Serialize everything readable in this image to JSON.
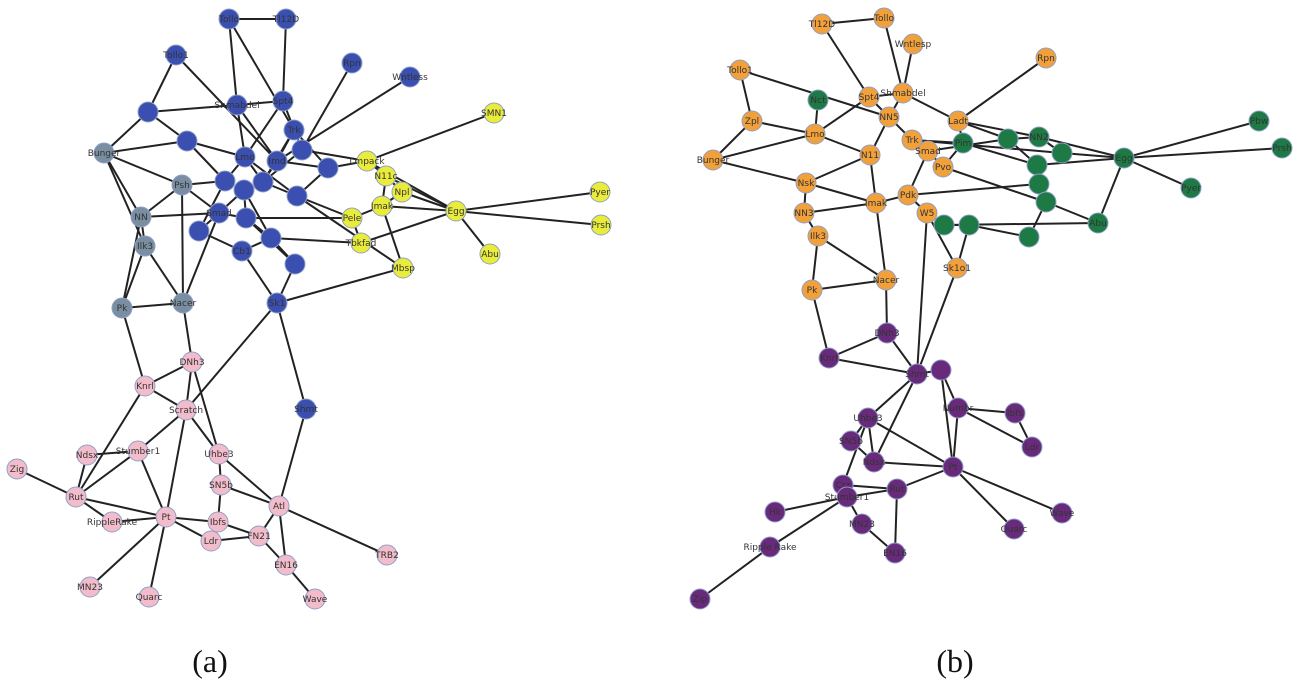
{
  "colors": {
    "edge": "#222222",
    "blue": "#3a4fb0",
    "gray": "#7a8ea2",
    "yellow": "#e9ec3a",
    "pink": "#f2bccb",
    "orange": "#f2a13a",
    "green": "#1e7a45",
    "purple": "#6a2a7c"
  },
  "panels": [
    {
      "caption": "(a)",
      "nodes": [
        {
          "id": "a1",
          "label": "Tollo",
          "color": "blue"
        },
        {
          "id": "a2",
          "label": "Tl12D",
          "color": "blue"
        },
        {
          "id": "a3",
          "label": "Tollo1",
          "color": "blue"
        },
        {
          "id": "a4",
          "label": "Rpn",
          "color": "blue"
        },
        {
          "id": "a5",
          "label": "Wntless",
          "color": "blue"
        },
        {
          "id": "a6",
          "label": "Shmabdel",
          "color": "blue"
        },
        {
          "id": "a7",
          "label": "Spt4",
          "color": "blue"
        },
        {
          "id": "a8",
          "label": "Trk",
          "color": "blue"
        },
        {
          "id": "a9",
          "label": "SMN1",
          "color": "yellow"
        },
        {
          "id": "a10",
          "label": "Bunger",
          "color": "gray"
        },
        {
          "id": "a11",
          "label": "",
          "color": "blue"
        },
        {
          "id": "a12",
          "label": "Lmo",
          "color": "blue"
        },
        {
          "id": "a13",
          "label": "Imd",
          "color": "blue"
        },
        {
          "id": "a14",
          "label": "",
          "color": "blue"
        },
        {
          "id": "a15",
          "label": "",
          "color": "blue"
        },
        {
          "id": "a16",
          "label": "",
          "color": "blue"
        },
        {
          "id": "a17",
          "label": "",
          "color": "blue"
        },
        {
          "id": "a18",
          "label": "",
          "color": "blue"
        },
        {
          "id": "a19",
          "label": "Lmpack",
          "color": "yellow"
        },
        {
          "id": "a20",
          "label": "N11c",
          "color": "yellow"
        },
        {
          "id": "a21",
          "label": "Npl",
          "color": "yellow"
        },
        {
          "id": "a22",
          "label": "Psh",
          "color": "gray"
        },
        {
          "id": "a23",
          "label": "NN",
          "color": "gray"
        },
        {
          "id": "a24",
          "label": "Smad",
          "color": "blue"
        },
        {
          "id": "a25",
          "label": "",
          "color": "blue"
        },
        {
          "id": "a26",
          "label": "",
          "color": "blue"
        },
        {
          "id": "a27",
          "label": "",
          "color": "blue"
        },
        {
          "id": "a28",
          "label": "Pele",
          "color": "yellow"
        },
        {
          "id": "a29",
          "label": "Imak",
          "color": "yellow"
        },
        {
          "id": "a30",
          "label": "Egg",
          "color": "yellow"
        },
        {
          "id": "a31",
          "label": "Pyer",
          "color": "yellow"
        },
        {
          "id": "a32",
          "label": "Prsh",
          "color": "yellow"
        },
        {
          "id": "a33",
          "label": "Ilk3",
          "color": "gray"
        },
        {
          "id": "a34",
          "label": "Cb1",
          "color": "blue"
        },
        {
          "id": "a35",
          "label": "",
          "color": "blue"
        },
        {
          "id": "a36",
          "label": "",
          "color": "blue"
        },
        {
          "id": "a37",
          "label": "",
          "color": "blue"
        },
        {
          "id": "a38",
          "label": "Tbkfad",
          "color": "yellow"
        },
        {
          "id": "a39",
          "label": "Abu",
          "color": "yellow"
        },
        {
          "id": "a40",
          "label": "Mbsp",
          "color": "yellow"
        },
        {
          "id": "a41",
          "label": "Pk",
          "color": "gray"
        },
        {
          "id": "a42",
          "label": "Nacer",
          "color": "gray"
        },
        {
          "id": "a43",
          "label": "Sk1",
          "color": "blue"
        },
        {
          "id": "a44",
          "label": "DNh3",
          "color": "pink"
        },
        {
          "id": "a45",
          "label": "Knrl",
          "color": "pink"
        },
        {
          "id": "a46",
          "label": "Scratch",
          "color": "pink"
        },
        {
          "id": "a47",
          "label": "Shmt",
          "color": "blue"
        },
        {
          "id": "a48",
          "label": "Ndsx",
          "color": "pink"
        },
        {
          "id": "a49",
          "label": "Stumber1",
          "color": "pink"
        },
        {
          "id": "a50",
          "label": "Uhbe3",
          "color": "pink"
        },
        {
          "id": "a51",
          "label": "Zig",
          "color": "pink"
        },
        {
          "id": "a52",
          "label": "SN5b",
          "color": "pink"
        },
        {
          "id": "a53",
          "label": "Rut",
          "color": "pink"
        },
        {
          "id": "a54",
          "label": "Atl",
          "color": "pink"
        },
        {
          "id": "a55",
          "label": "RippleRake",
          "color": "pink"
        },
        {
          "id": "a56",
          "label": "Pt",
          "color": "pink"
        },
        {
          "id": "a57",
          "label": "Ibfs",
          "color": "pink"
        },
        {
          "id": "a58",
          "label": "FN21",
          "color": "pink"
        },
        {
          "id": "a59",
          "label": "Ldr",
          "color": "pink"
        },
        {
          "id": "a60",
          "label": "TRB2",
          "color": "pink"
        },
        {
          "id": "a61",
          "label": "EN16",
          "color": "pink"
        },
        {
          "id": "a62",
          "label": "MN23",
          "color": "pink"
        },
        {
          "id": "a63",
          "label": "Quarc",
          "color": "pink"
        },
        {
          "id": "a64",
          "label": "Wave",
          "color": "pink"
        }
      ]
    },
    {
      "caption": "(b)",
      "nodes": [
        {
          "id": "b1",
          "label": "Tl12D",
          "color": "orange"
        },
        {
          "id": "b2",
          "label": "Tollo",
          "color": "orange"
        },
        {
          "id": "b3",
          "label": "Wntlesp",
          "color": "orange"
        },
        {
          "id": "b4",
          "label": "Rpn",
          "color": "orange"
        },
        {
          "id": "b5",
          "label": "Tollo1",
          "color": "orange"
        },
        {
          "id": "b6",
          "label": "Nct",
          "color": "green"
        },
        {
          "id": "b7",
          "label": "Spt4",
          "color": "orange"
        },
        {
          "id": "b8",
          "label": "Shmabdel",
          "color": "orange"
        },
        {
          "id": "b9",
          "label": "Zpl",
          "color": "orange"
        },
        {
          "id": "b10",
          "label": "Lmo",
          "color": "orange"
        },
        {
          "id": "b11",
          "label": "NN5",
          "color": "orange"
        },
        {
          "id": "b12",
          "label": "Ladt",
          "color": "orange"
        },
        {
          "id": "b13",
          "label": "Pim",
          "color": "green"
        },
        {
          "id": "b14",
          "label": "Bunger",
          "color": "orange"
        },
        {
          "id": "b15",
          "label": "Trk",
          "color": "orange"
        },
        {
          "id": "b16",
          "label": "N11",
          "color": "orange"
        },
        {
          "id": "b17",
          "label": "Smad",
          "color": "orange"
        },
        {
          "id": "b18",
          "label": "Pvo",
          "color": "orange"
        },
        {
          "id": "b19",
          "label": "",
          "color": "green"
        },
        {
          "id": "b20",
          "label": "NN2",
          "color": "green"
        },
        {
          "id": "b21",
          "label": "",
          "color": "green"
        },
        {
          "id": "b22",
          "label": "",
          "color": "green"
        },
        {
          "id": "b23",
          "label": "",
          "color": "green"
        },
        {
          "id": "b24",
          "label": "Egg",
          "color": "green"
        },
        {
          "id": "b25",
          "label": "Pbw",
          "color": "green"
        },
        {
          "id": "b26",
          "label": "Prsh",
          "color": "green"
        },
        {
          "id": "b27",
          "label": "Pyer",
          "color": "green"
        },
        {
          "id": "b28",
          "label": "Nsk",
          "color": "orange"
        },
        {
          "id": "b29",
          "label": "Imak",
          "color": "orange"
        },
        {
          "id": "b30",
          "label": "",
          "color": "green"
        },
        {
          "id": "b31",
          "label": "NN3",
          "color": "orange"
        },
        {
          "id": "b32",
          "label": "Pdk",
          "color": "orange"
        },
        {
          "id": "b33",
          "label": "Ilk3",
          "color": "orange"
        },
        {
          "id": "b34",
          "label": "W5",
          "color": "orange"
        },
        {
          "id": "b35",
          "label": "",
          "color": "green"
        },
        {
          "id": "b36",
          "label": "",
          "color": "green"
        },
        {
          "id": "b37",
          "label": "",
          "color": "green"
        },
        {
          "id": "b38",
          "label": "Abu",
          "color": "green"
        },
        {
          "id": "b39",
          "label": "Sk1o1",
          "color": "orange"
        },
        {
          "id": "b40",
          "label": "Pk",
          "color": "orange"
        },
        {
          "id": "b41",
          "label": "Nacer",
          "color": "orange"
        },
        {
          "id": "b42",
          "label": "DNh3",
          "color": "purple"
        },
        {
          "id": "b43",
          "label": "Knrl",
          "color": "purple"
        },
        {
          "id": "b44",
          "label": "Shmt",
          "color": "purple"
        },
        {
          "id": "b45",
          "label": "",
          "color": "purple"
        },
        {
          "id": "b46",
          "label": "Numbr",
          "color": "purple"
        },
        {
          "id": "b47",
          "label": "Ibfs",
          "color": "purple"
        },
        {
          "id": "b48",
          "label": "Uhbe3",
          "color": "purple"
        },
        {
          "id": "b49",
          "label": "SN5b",
          "color": "purple"
        },
        {
          "id": "b50",
          "label": "Ldr",
          "color": "purple"
        },
        {
          "id": "b51",
          "label": "Ndsx",
          "color": "purple"
        },
        {
          "id": "b52",
          "label": "Pt",
          "color": "purple"
        },
        {
          "id": "b53",
          "label": "Crz",
          "color": "purple"
        },
        {
          "id": "b54",
          "label": "Rut",
          "color": "purple"
        },
        {
          "id": "b55",
          "label": "Wave",
          "color": "purple"
        },
        {
          "id": "b56",
          "label": "Stumber1",
          "color": "purple"
        },
        {
          "id": "b57",
          "label": "Quarc",
          "color": "purple"
        },
        {
          "id": "b58",
          "label": "Hk",
          "color": "purple"
        },
        {
          "id": "b59",
          "label": "MN23",
          "color": "purple"
        },
        {
          "id": "b60",
          "label": "EN16",
          "color": "purple"
        },
        {
          "id": "b61",
          "label": "Ripple Rake",
          "color": "purple"
        },
        {
          "id": "b62",
          "label": "Zip",
          "color": "purple"
        }
      ]
    }
  ]
}
